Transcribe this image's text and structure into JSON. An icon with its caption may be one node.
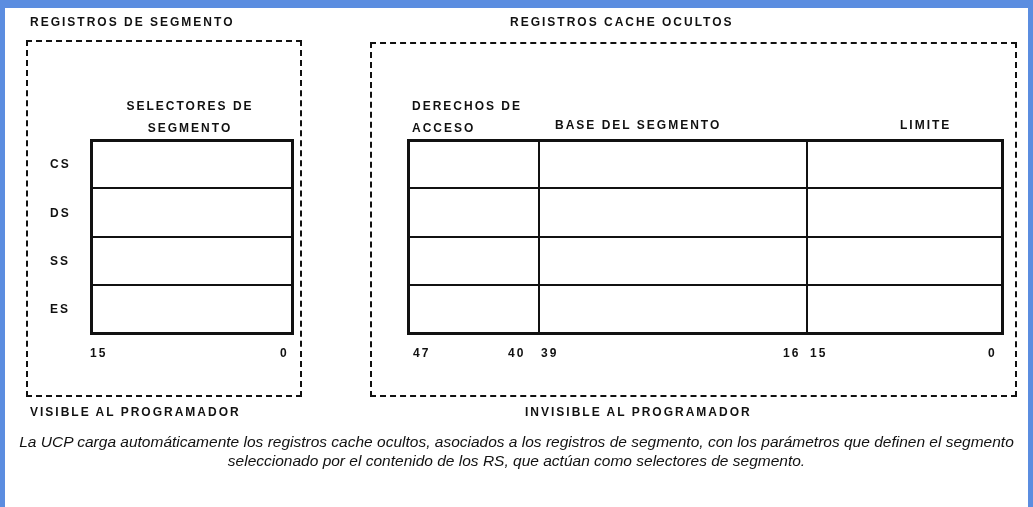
{
  "diagram": {
    "caption": "La UCP carga automáticamente los registros cache ocultos, asociados a los registros de segmento, con los parámetros que definen el segmento seleccionado por el contenido de los RS, que actúan como selectores de segmento.",
    "nodes": [
      {
        "text": [
          "REGISTROS DE SEGMENTO"
        ],
        "beside": [
          "VISIBLE AL PROGRAMADOR"
        ]
      },
      {
        "text": [
          "REGISTROS CACHE OCULTOS"
        ],
        "beside": [
          "INVISIBLE AL PROGRAMADOR"
        ]
      }
    ],
    "edges": [],
    "labels": [
      "SELECTORES DE SEGMENTO",
      "CS",
      "DS",
      "SS",
      "ES",
      "15",
      "0",
      "DERECHOS DE ACCESO",
      "BASE DEL SEGMENTO",
      "LIMITE",
      "47",
      "40",
      "39",
      "16",
      "15",
      "0"
    ]
  }
}
